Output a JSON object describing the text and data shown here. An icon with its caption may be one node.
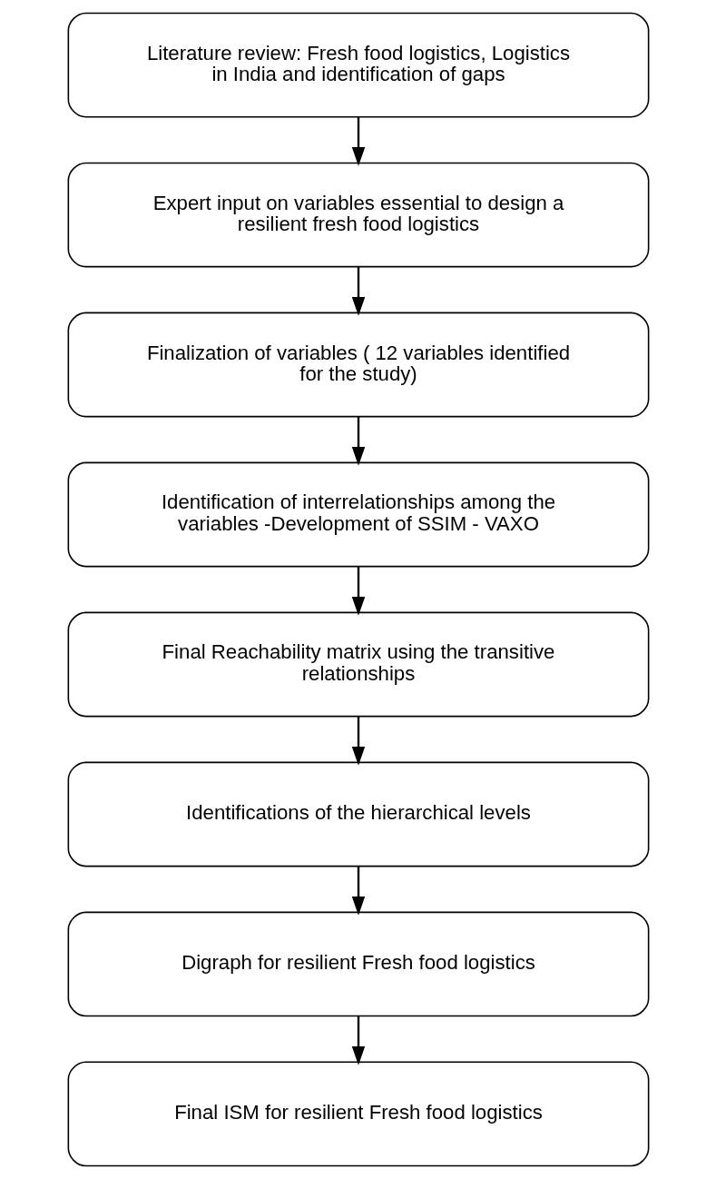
{
  "diagram": {
    "nodes": [
      {
        "text": [
          "Literature review: Fresh food logistics, Logistics in India and identification of gaps"
        ]
      },
      {
        "text": [
          "Expert input on variables essential to design a resilient fresh food logistics"
        ]
      },
      {
        "text": [
          "Finalization of variables ( 12 variables identified for the study)"
        ]
      },
      {
        "text": [
          "Identification of interrelationships among the variables -Development of SSIM - VAXO"
        ]
      },
      {
        "text": [
          "Final Reachability matrix using the transitive relationships"
        ]
      },
      {
        "text": [
          "Identifications of the hierarchical levels"
        ]
      },
      {
        "text": [
          "Digraph for resilient Fresh food logistics"
        ]
      },
      {
        "text": [
          "Final ISM for resilient Fresh food logistics"
        ]
      }
    ],
    "edges": [
      {
        "from": 0,
        "to": 1,
        "arrow": "to"
      },
      {
        "from": 1,
        "to": 2,
        "arrow": "to"
      },
      {
        "from": 2,
        "to": 3,
        "arrow": "to"
      },
      {
        "from": 3,
        "to": 4,
        "arrow": "to"
      },
      {
        "from": 4,
        "to": 5,
        "arrow": "to"
      },
      {
        "from": 5,
        "to": 6,
        "arrow": "to"
      },
      {
        "from": 6,
        "to": 7,
        "arrow": "to"
      }
    ]
  }
}
